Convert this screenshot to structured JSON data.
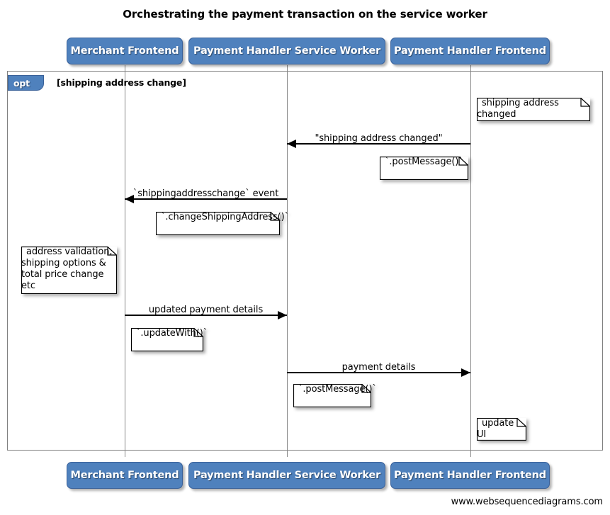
{
  "title": "Orchestrating the payment transaction on the service worker",
  "footer": "www.websequencediagrams.com",
  "colors": {
    "participant_fill": "#4F81BD",
    "participant_border": "#3A6199",
    "participant_text": "#FFFFFF",
    "lifeline": "#888888",
    "frame_border": "#808080",
    "note_fill": "#FFFFFF",
    "arrow": "#000000",
    "background": "#FFFFFF"
  },
  "participants": [
    {
      "id": "merchant-frontend",
      "label": "Merchant Frontend"
    },
    {
      "id": "payment-handler-service-worker",
      "label": "Payment Handler Service Worker"
    },
    {
      "id": "payment-handler-frontend",
      "label": "Payment Handler Frontend"
    }
  ],
  "fragment": {
    "type": "opt",
    "tab_label": "opt",
    "guard": "[shipping address change]"
  },
  "messages": [
    {
      "id": "shipping-address-changed",
      "label": "\"shipping address changed\"",
      "from": "payment-handler-frontend",
      "to": "payment-handler-service-worker",
      "direction": "left"
    },
    {
      "id": "shippingaddresschange-event",
      "label": "`shippingaddresschange` event",
      "from": "payment-handler-service-worker",
      "to": "merchant-frontend",
      "direction": "left"
    },
    {
      "id": "updated-payment-details",
      "label": "updated payment details",
      "from": "merchant-frontend",
      "to": "payment-handler-service-worker",
      "direction": "right"
    },
    {
      "id": "payment-details",
      "label": "payment details",
      "from": "payment-handler-service-worker",
      "to": "payment-handler-frontend",
      "direction": "right"
    }
  ],
  "notes": [
    {
      "id": "note-shipping-address-changed",
      "text": "shipping address changed",
      "over": "payment-handler-frontend"
    },
    {
      "id": "note-post-message-1",
      "text": "`.postMessage()`",
      "over": "payment-handler-service-worker"
    },
    {
      "id": "note-change-shipping-address",
      "text": "`.changeShippingAddress()`",
      "over": "merchant-frontend"
    },
    {
      "id": "note-address-validation",
      "text": "address validation,\nshipping options &\ntotal price change etc",
      "over": "merchant-frontend"
    },
    {
      "id": "note-update-with",
      "text": "`.updateWith()`",
      "over": "merchant-frontend"
    },
    {
      "id": "note-post-message-2",
      "text": "`.postMessage()`",
      "over": "payment-handler-service-worker"
    },
    {
      "id": "note-update-ui",
      "text": "update UI",
      "over": "payment-handler-frontend"
    }
  ]
}
